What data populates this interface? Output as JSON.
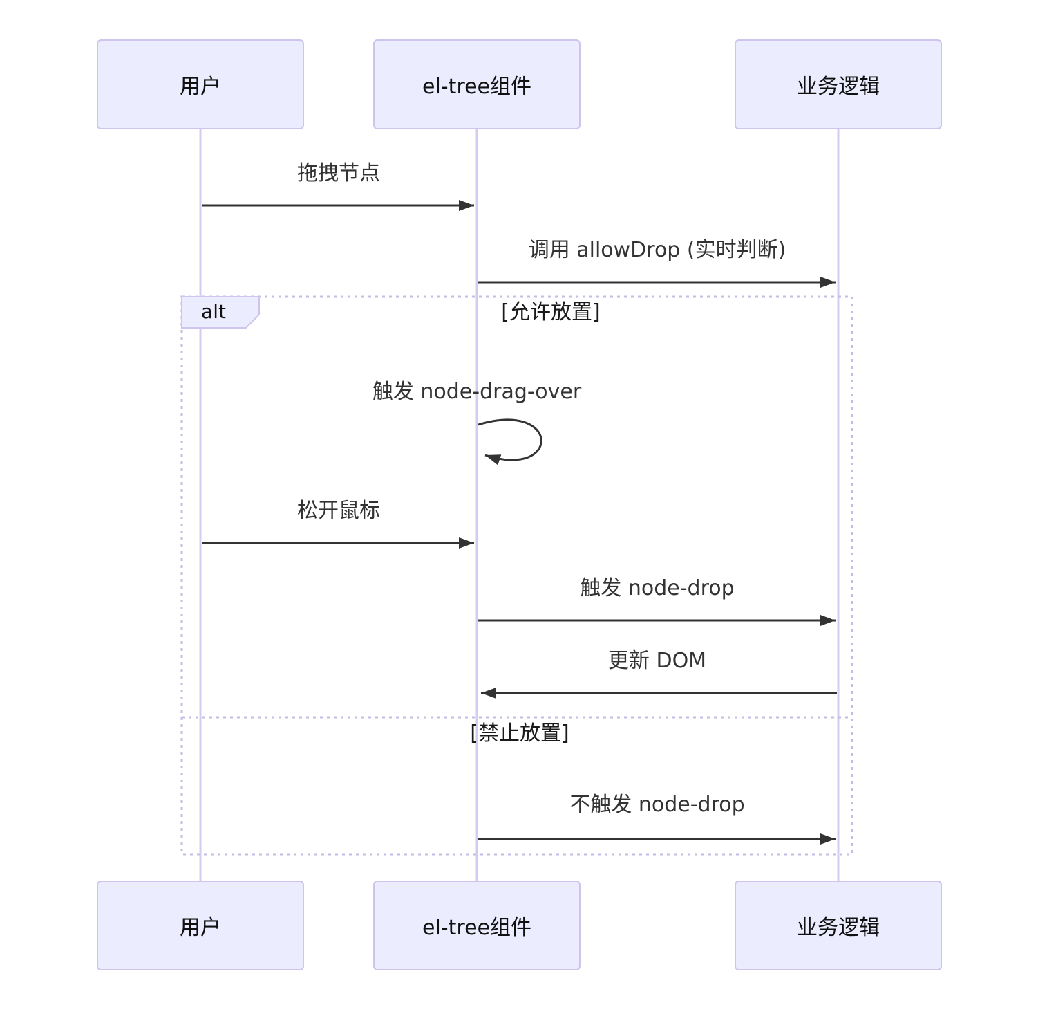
{
  "diagram": {
    "type": "sequence-diagram",
    "actors": [
      {
        "id": "user",
        "name": "用户"
      },
      {
        "id": "el-tree",
        "name": "el-tree组件"
      },
      {
        "id": "logic",
        "name": "业务逻辑"
      }
    ],
    "messages": [
      {
        "from": "用户",
        "to": "el-tree组件",
        "label": "拖拽节点",
        "kind": "solid-arrow"
      },
      {
        "from": "el-tree组件",
        "to": "业务逻辑",
        "label": "调用 allowDrop (实时判断)",
        "kind": "solid-arrow"
      },
      {
        "from": "el-tree组件",
        "to": "el-tree组件",
        "label": "触发 node-drag-over",
        "kind": "self-loop"
      },
      {
        "from": "用户",
        "to": "el-tree组件",
        "label": "松开鼠标",
        "kind": "solid-arrow"
      },
      {
        "from": "el-tree组件",
        "to": "业务逻辑",
        "label": "触发 node-drop",
        "kind": "solid-arrow"
      },
      {
        "from": "业务逻辑",
        "to": "el-tree组件",
        "label": "更新 DOM",
        "kind": "solid-arrow"
      },
      {
        "from": "el-tree组件",
        "to": "业务逻辑",
        "label": "不触发 node-drop",
        "kind": "solid-arrow"
      }
    ],
    "alt": {
      "keyword": "alt",
      "branches": [
        {
          "condition": "[允许放置]"
        },
        {
          "condition": "[禁止放置]"
        }
      ]
    },
    "colors": {
      "background": "#FFFFFF",
      "actor_fill": "#ECECFF",
      "actor_border": "#CFC4EE",
      "lifeline": "#D5CBF0",
      "arrow": "#333333",
      "frame_border": "#C5BCE6",
      "message_text": "#333333",
      "condition_text": "#1A1A1A"
    }
  }
}
